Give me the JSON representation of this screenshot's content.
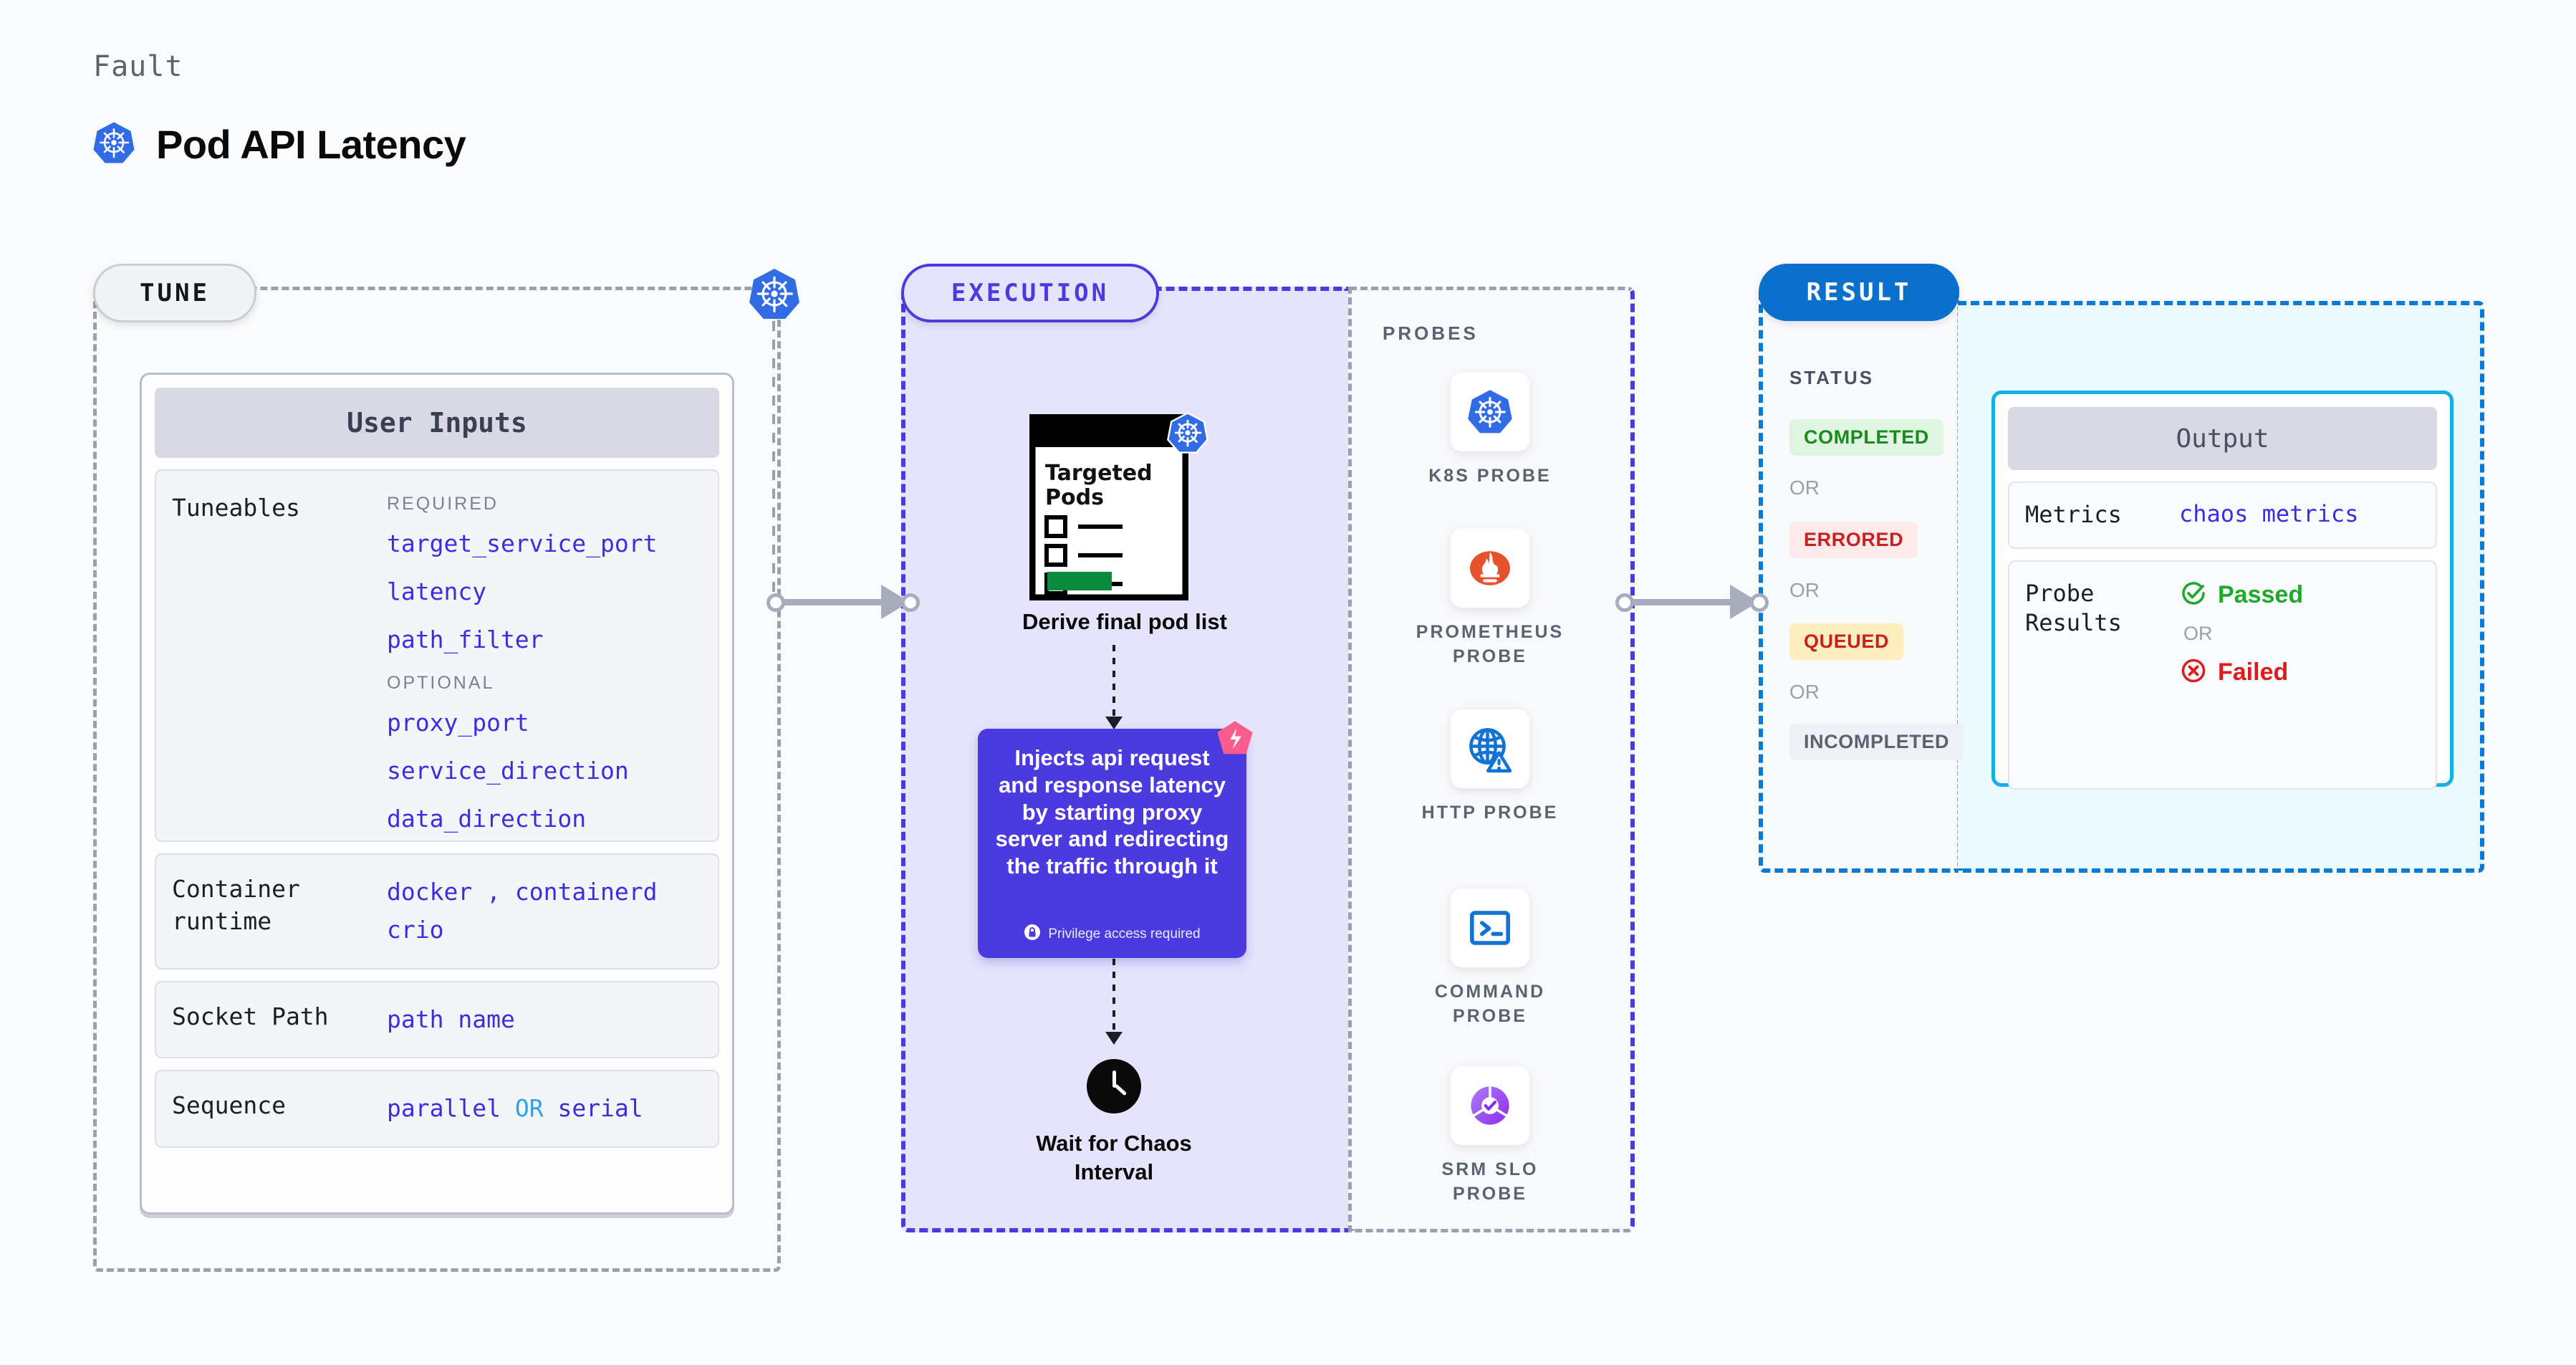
{
  "header": {
    "eyebrow": "Fault",
    "title": "Pod API Latency",
    "icon": "kubernetes-logo"
  },
  "stages": {
    "tune": "TUNE",
    "execution": "EXECUTION",
    "result": "RESULT"
  },
  "tune": {
    "card_title": "User Inputs",
    "rows": [
      {
        "label": "Tuneables",
        "required_label": "REQUIRED",
        "required": [
          "target_service_port",
          "latency",
          "path_filter"
        ],
        "optional_label": "OPTIONAL",
        "optional": [
          "proxy_port",
          "service_direction",
          "data_direction"
        ]
      },
      {
        "label": "Container runtime",
        "values_line1": "docker",
        "separator": ",",
        "values_line1b": "containerd",
        "values_line2": "crio"
      },
      {
        "label": "Socket Path",
        "value": "path name"
      },
      {
        "label": "Sequence",
        "value_a": "parallel",
        "value_or": "OR",
        "value_b": "serial"
      }
    ]
  },
  "execution": {
    "pods_icon_title_line1": "Targeted",
    "pods_icon_title_line2": "Pods",
    "derive_caption": "Derive final pod list",
    "inject_card": {
      "text": "Injects api request and response latency by starting proxy server and redirecting the traffic through it",
      "privilege_note": "Privilege access required",
      "lock_icon": "lock-icon",
      "corner_icon": "litmus-logo",
      "color": "#4a3ae0"
    },
    "wait_caption_line1": "Wait for Chaos",
    "wait_caption_line2": "Interval",
    "clock_icon": "clock-icon"
  },
  "probes": {
    "title": "PROBES",
    "items": [
      {
        "label_line1": "K8S  PROBE",
        "label_line2": "",
        "icon": "kubernetes-probe-icon"
      },
      {
        "label_line1": "PROMETHEUS",
        "label_line2": "PROBE",
        "icon": "prometheus-probe-icon"
      },
      {
        "label_line1": "HTTP PROBE",
        "label_line2": "",
        "icon": "http-probe-icon"
      },
      {
        "label_line1": "COMMAND",
        "label_line2": "PROBE",
        "icon": "command-probe-icon"
      },
      {
        "label_line1": "SRM SLO",
        "label_line2": "PROBE",
        "icon": "srm-slo-probe-icon"
      }
    ]
  },
  "result": {
    "status_title": "STATUS",
    "or_label": "OR",
    "badges": [
      {
        "text": "COMPLETED",
        "bg": "#dff5e1",
        "fg": "#1a8a1f"
      },
      {
        "text": "ERRORED",
        "bg": "#fdeaea",
        "fg": "#c91f1f"
      },
      {
        "text": "QUEUED",
        "bg": "#fdeec0",
        "fg": "#c91f1f"
      },
      {
        "text": "INCOMPLETED",
        "bg": "#eff0f5",
        "fg": "#5b6270"
      }
    ]
  },
  "output": {
    "card_title": "Output",
    "metrics_label": "Metrics",
    "metrics_value": "chaos metrics",
    "probe_results_label_line1": "Probe",
    "probe_results_label_line2": "Results",
    "passed_text": "Passed",
    "passed_icon": "check-circle-icon",
    "passed_color": "#1faa2b",
    "or_label": "OR",
    "failed_text": "Failed",
    "failed_icon": "x-circle-icon",
    "failed_color": "#e01b1b"
  }
}
